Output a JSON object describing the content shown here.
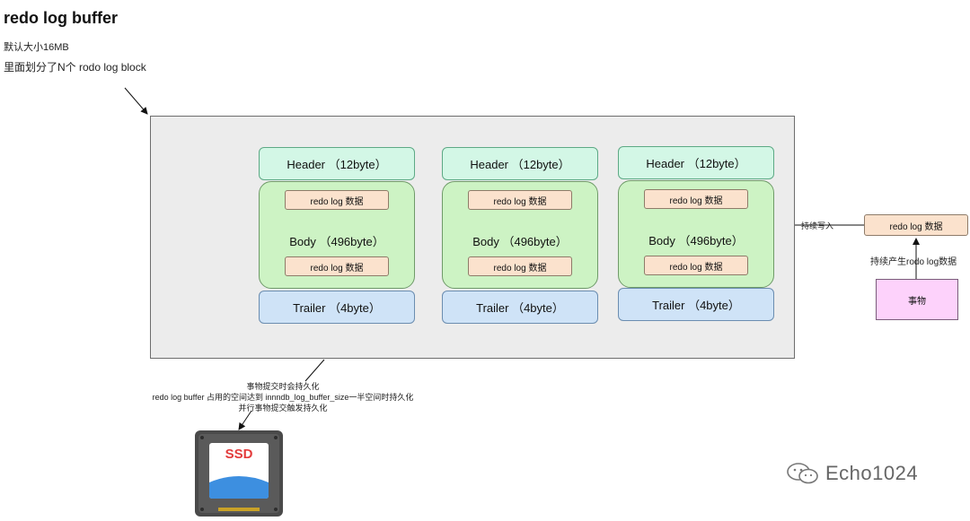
{
  "title": "redo log buffer",
  "notes": {
    "default_size": "默认大小16MB",
    "blocks_desc": "里面划分了N个 rodo log block"
  },
  "blocks": [
    {
      "header": "Header （12byte）",
      "body": "Body （496byte）",
      "chip_top": "redo log 数据",
      "chip_bottom": "redo log 数据",
      "trailer": "Trailer （4byte）"
    },
    {
      "header": "Header （12byte）",
      "body": "Body （496byte）",
      "chip_top": "redo log 数据",
      "chip_bottom": "redo log 数据",
      "trailer": "Trailer （4byte）"
    },
    {
      "header": "Header （12byte）",
      "body": "Body （496byte）",
      "chip_top": "redo log 数据",
      "chip_bottom": "redo log 数据",
      "trailer": "Trailer （4byte）"
    }
  ],
  "external": {
    "write_label": "持续写入",
    "chip": "redo log 数据",
    "produce_label": "持续产生rodo log数据",
    "transaction": "事物"
  },
  "persist_caption": [
    "事物提交时会持久化",
    "redo log buffer 占用的空间达到  innndb_log_buffer_size一半空间时持久化",
    "并行事物提交触发持久化"
  ],
  "ssd_label": "SSD",
  "watermark": "Echo1024",
  "colors": {
    "header_fill": "#d3f7e6",
    "body_fill": "#cdf3c4",
    "chip_fill": "#fbe2cd",
    "trailer_fill": "#cfe3f7",
    "transaction_fill": "#fdd2fb",
    "buffer_fill": "#ececec"
  }
}
